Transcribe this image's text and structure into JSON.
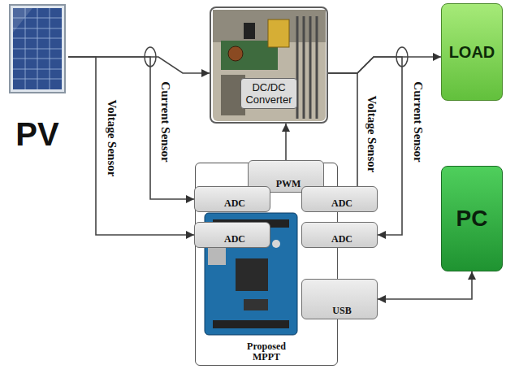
{
  "diagram": {
    "nodes": [
      {
        "text": [
          "PV"
        ]
      },
      {
        "text": [
          "DC/DC Converter"
        ]
      },
      {
        "text": [
          "LOAD"
        ]
      },
      {
        "text": [
          "Proposed MPPT"
        ]
      },
      {
        "text": [
          "PWM"
        ],
        "in": 3
      },
      {
        "text": [
          "ADC"
        ],
        "in": 3
      },
      {
        "text": [
          "ADC"
        ],
        "in": 3
      },
      {
        "text": [
          "ADC"
        ],
        "in": 3
      },
      {
        "text": [
          "ADC"
        ],
        "in": 3
      },
      {
        "text": [
          "USB"
        ],
        "in": 3
      },
      {
        "text": [
          "PC"
        ]
      }
    ],
    "edges": [
      {
        "from": 0,
        "to": 1,
        "arrow": "to"
      },
      {
        "from": 0,
        "to": 7,
        "arrow": "to"
      },
      {
        "from": 0,
        "to": 5,
        "arrow": "to"
      },
      {
        "from": 1,
        "to": 2,
        "arrow": "to"
      },
      {
        "from": 1,
        "to": 6,
        "arrow": "to"
      },
      {
        "from": 1,
        "to": 8,
        "arrow": "to"
      },
      {
        "from": 4,
        "to": 1,
        "arrow": "to"
      },
      {
        "from": 9,
        "to": 10,
        "arrow": "both"
      }
    ],
    "labels": [
      "Voltage Sensor",
      "Current Sensor",
      "Voltage Sensor",
      "Current Sensor"
    ]
  }
}
